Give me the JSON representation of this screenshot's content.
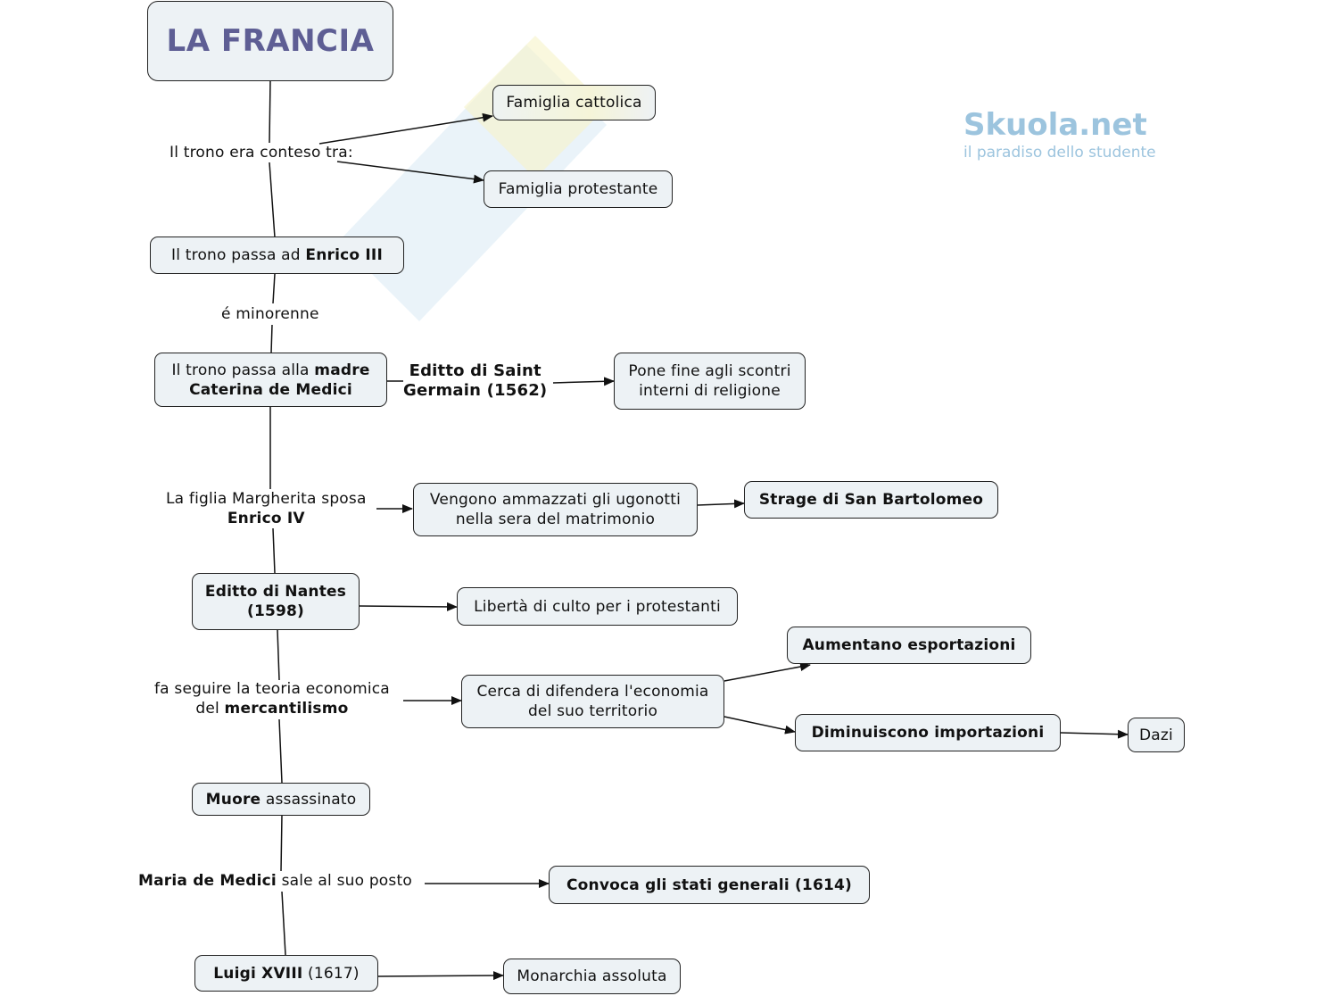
{
  "colors": {
    "title_text": "#5e5e94",
    "node_fill": "#edf2f5",
    "node_border": "#222222",
    "edge": "#111111",
    "watermark_blue": "#bcd9ec",
    "watermark_yellow": "#f6f2c4"
  },
  "watermark": {
    "brand": "Skuola.net",
    "tagline": "il paradiso dello studente"
  },
  "title": "LA FRANCIA",
  "nodes": {
    "famiglia_cattolica": "Famiglia cattolica",
    "famiglia_protestante": "Famiglia protestante",
    "enrico3": {
      "pre": "Il trono passa ad ",
      "bold": "Enrico III"
    },
    "caterina": {
      "line1_pre": "Il trono passa alla ",
      "line1_bold": "madre",
      "line2_bold": "Caterina de Medici"
    },
    "pone_fine": {
      "line1": "Pone fine agli scontri",
      "line2": "interni di religione"
    },
    "ugonotti": {
      "line1": "Vengono ammazzati gli ugonotti",
      "line2": "nella sera del matrimonio"
    },
    "strage": "Strage di San Bartolomeo",
    "nantes": {
      "line1": "Editto di Nantes",
      "line2": "(1598)"
    },
    "liberta": "Libertà di culto per i protestanti",
    "cerca": {
      "line1": "Cerca di difendera l'economia",
      "line2": "del suo territorio"
    },
    "aumentano": "Aumentano esportazioni",
    "diminuiscono": "Diminuiscono importazioni",
    "dazi": "Dazi",
    "muore": {
      "bold": "Muore",
      "rest": " assassinato"
    },
    "convoca": "Convoca gli stati generali (1614)",
    "luigi": {
      "bold": "Luigi XVIII",
      "rest": " (1617)"
    },
    "monarchia": "Monarchia assoluta"
  },
  "links": {
    "conteso": "Il trono era conteso tra:",
    "minorenne": "é minorenne",
    "saint_germain": {
      "line1": "Editto di Saint",
      "line2": "Germain (1562)"
    },
    "margherita": {
      "line1": "La figlia Margherita sposa",
      "line2_bold": "Enrico IV"
    },
    "mercantilismo": {
      "line1": "fa seguire la teoria economica",
      "line2_pre": "del ",
      "line2_bold": "mercantilismo"
    },
    "maria": {
      "bold": "Maria de Medici",
      "rest": " sale al suo posto"
    }
  }
}
